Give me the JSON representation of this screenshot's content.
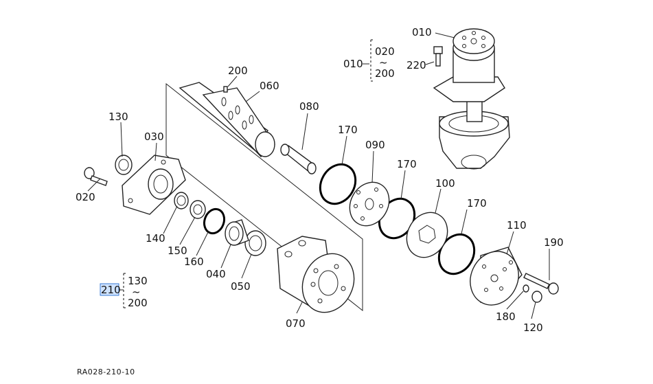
{
  "diagram": {
    "footer_code": "RA028-210-10",
    "parts": {
      "p010": "010",
      "p020": "020",
      "p030": "030",
      "p040": "040",
      "p050": "050",
      "p060": "060",
      "p070": "070",
      "p080": "080",
      "p090": "090",
      "p100": "100",
      "p110": "110",
      "p120": "120",
      "p130": "130",
      "p140": "140",
      "p150": "150",
      "p160": "160",
      "p170a": "170",
      "p170b": "170",
      "p170c": "170",
      "p180": "180",
      "p190": "190",
      "p200": "200",
      "p220": "220"
    },
    "range_top": {
      "assembly": "010",
      "from": "020",
      "tilde": "~",
      "to": "200"
    },
    "range_bottom": {
      "assembly": "210",
      "from": "130",
      "tilde": "~",
      "to": "200"
    }
  }
}
